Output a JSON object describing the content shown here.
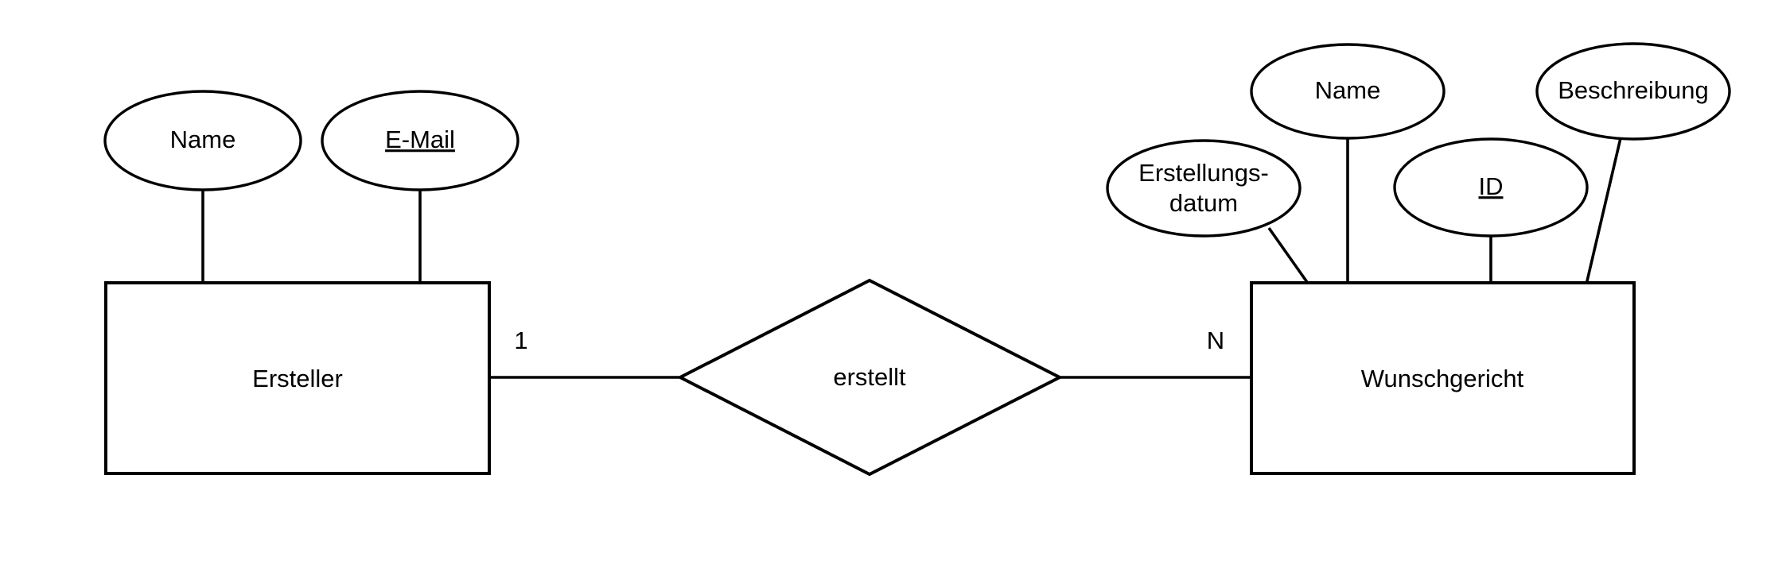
{
  "diagram": {
    "type": "entity-relationship-diagram",
    "notation": "chen",
    "language": "de",
    "background_color": "#ffffff",
    "stroke_color": "#000000",
    "entities": [
      {
        "id": "ersteller",
        "label": "Ersteller",
        "attributes": [
          {
            "id": "ersteller-name",
            "label": "Name",
            "is_key": false
          },
          {
            "id": "ersteller-email",
            "label": "E-Mail",
            "is_key": true
          }
        ]
      },
      {
        "id": "wunschgericht",
        "label": "Wunschgericht",
        "attributes": [
          {
            "id": "wunschgericht-erstellungsdatum",
            "label": "Erstellungs-",
            "label_line2": "datum",
            "is_key": false
          },
          {
            "id": "wunschgericht-name",
            "label": "Name",
            "is_key": false
          },
          {
            "id": "wunschgericht-id",
            "label": "ID",
            "is_key": true
          },
          {
            "id": "wunschgericht-beschreibung",
            "label": "Beschreibung",
            "is_key": false
          }
        ]
      }
    ],
    "relationships": [
      {
        "id": "erstellt",
        "label": "erstellt",
        "left_entity": "ersteller",
        "right_entity": "wunschgericht",
        "left_cardinality": "1",
        "right_cardinality": "N"
      }
    ]
  }
}
